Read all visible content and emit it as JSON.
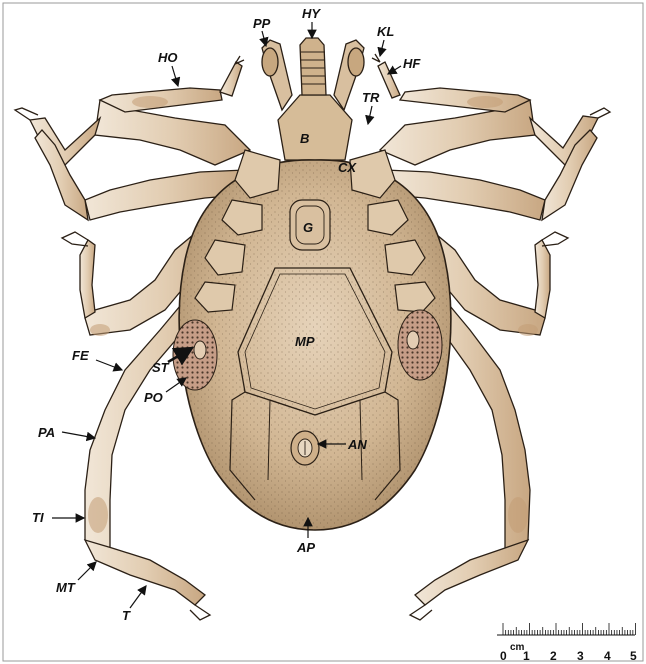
{
  "figure": {
    "labels": {
      "PP": "PP",
      "HY": "HY",
      "KL": "KL",
      "HO": "HO",
      "HF": "HF",
      "TR": "TR",
      "B": "B",
      "CX": "CX",
      "G": "G",
      "MP": "MP",
      "FE": "FE",
      "ST": "ST",
      "PO": "PO",
      "PA": "PA",
      "AN": "AN",
      "TI": "TI",
      "AP": "AP",
      "MT": "MT",
      "T": "T"
    },
    "scale_bar": {
      "unit": "cm",
      "numbers": [
        "0",
        "1",
        "2",
        "3",
        "4",
        "5"
      ]
    }
  },
  "colors": {
    "body_fill": "#d8c1a4",
    "body_dark": "#a78a64",
    "leg_fill": "#e9dac6",
    "leg_band": "#c9a57e",
    "outline": "#2b2016",
    "spiracle": "#c39a86"
  }
}
